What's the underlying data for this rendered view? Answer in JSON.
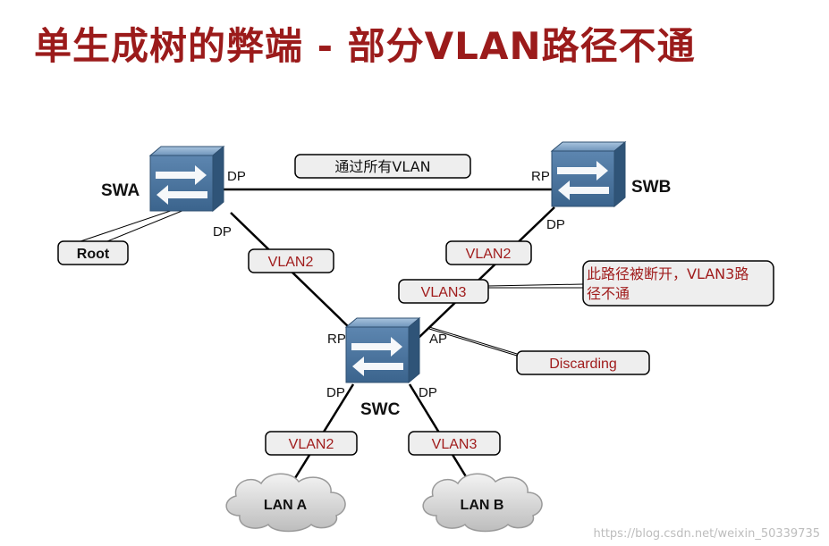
{
  "title": "单生成树的弊端 - 部分VLAN路径不通",
  "switches": {
    "swa": "SWA",
    "swb": "SWB",
    "swc": "SWC"
  },
  "ports": {
    "swa_right": "DP",
    "swa_down": "DP",
    "swb_left": "RP",
    "swb_down": "DP",
    "swc_up_left": "RP",
    "swc_up_right": "AP",
    "swc_down_left": "DP",
    "swc_down_right": "DP"
  },
  "tags": {
    "all_vlan": "通过所有VLAN",
    "root": "Root",
    "swa_swc_vlan": "VLAN2",
    "swb_swc_vlan2": "VLAN2",
    "swb_swc_vlan3": "VLAN3",
    "discarding": "Discarding",
    "lan_a_vlan": "VLAN2",
    "lan_b_vlan": "VLAN3"
  },
  "callout": {
    "line1": "此路径被断开，VLAN3路",
    "line2": "径不通"
  },
  "lans": {
    "a": "LAN A",
    "b": "LAN B"
  },
  "watermark": "https://blog.csdn.net/weixin_50339735",
  "colors": {
    "title": "#9b1b1b",
    "tag_text": "#a01c1c",
    "switch": "#3f6d9a"
  }
}
